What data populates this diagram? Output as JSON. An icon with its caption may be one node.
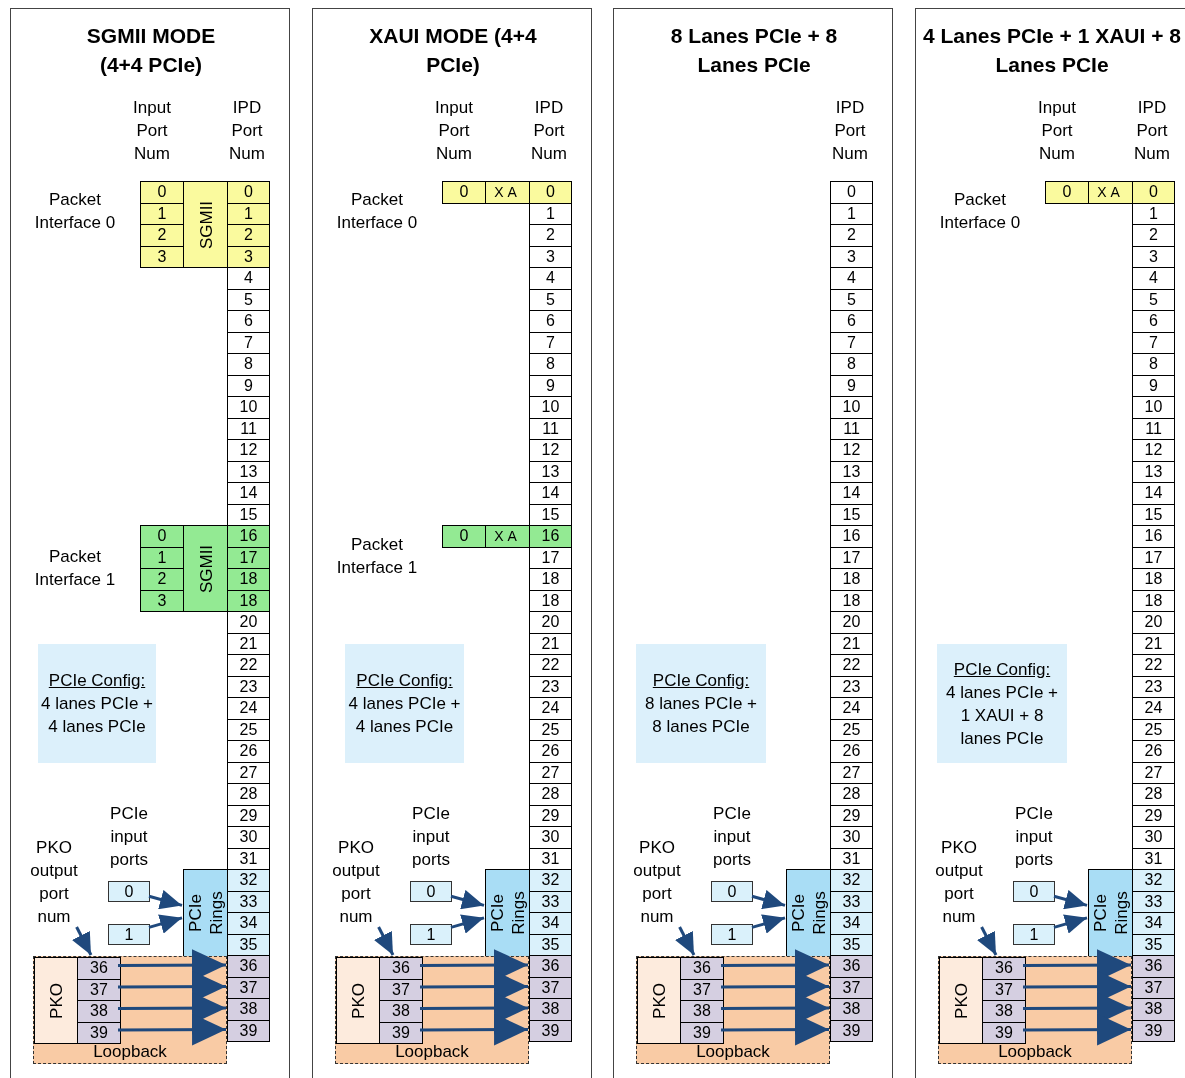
{
  "diagram": {
    "nodes": [
      {
        "text": [
          "SGMII MODE (4+4 PCIe)"
        ]
      },
      {
        "text": [
          "0"
        ],
        "in": 0
      },
      {
        "text": [
          "1"
        ],
        "in": 0
      },
      {
        "text": [
          "2"
        ],
        "in": 0
      },
      {
        "text": [
          "3"
        ],
        "in": 0
      },
      {
        "text": [
          "SGMII"
        ],
        "in": 0
      },
      {
        "text": [
          "0"
        ],
        "in": 0
      },
      {
        "text": [
          "1"
        ],
        "in": 0
      },
      {
        "text": [
          "2"
        ],
        "in": 0
      },
      {
        "text": [
          "3"
        ],
        "in": 0
      },
      {
        "text": [
          "SGMII"
        ],
        "in": 0
      },
      {
        "text": [
          "0"
        ],
        "in": 0
      },
      {
        "text": [
          "1"
        ],
        "in": 0
      },
      {
        "text": [
          "2"
        ],
        "in": 0
      },
      {
        "text": [
          "3"
        ],
        "in": 0
      },
      {
        "text": [
          "4"
        ],
        "in": 0
      },
      {
        "text": [
          "5"
        ],
        "in": 0
      },
      {
        "text": [
          "6"
        ],
        "in": 0
      },
      {
        "text": [
          "7"
        ],
        "in": 0
      },
      {
        "text": [
          "8"
        ],
        "in": 0
      },
      {
        "text": [
          "9"
        ],
        "in": 0
      },
      {
        "text": [
          "10"
        ],
        "in": 0
      },
      {
        "text": [
          "11"
        ],
        "in": 0
      },
      {
        "text": [
          "12"
        ],
        "in": 0
      },
      {
        "text": [
          "13"
        ],
        "in": 0
      },
      {
        "text": [
          "14"
        ],
        "in": 0
      },
      {
        "text": [
          "15"
        ],
        "in": 0
      },
      {
        "text": [
          "16"
        ],
        "in": 0
      },
      {
        "text": [
          "17"
        ],
        "in": 0
      },
      {
        "text": [
          "18"
        ],
        "in": 0
      },
      {
        "text": [
          "18"
        ],
        "in": 0
      },
      {
        "text": [
          "20"
        ],
        "in": 0
      },
      {
        "text": [
          "21"
        ],
        "in": 0
      },
      {
        "text": [
          "22"
        ],
        "in": 0
      },
      {
        "text": [
          "23"
        ],
        "in": 0
      },
      {
        "text": [
          "24"
        ],
        "in": 0
      },
      {
        "text": [
          "25"
        ],
        "in": 0
      },
      {
        "text": [
          "26"
        ],
        "in": 0
      },
      {
        "text": [
          "27"
        ],
        "in": 0
      },
      {
        "text": [
          "28"
        ],
        "in": 0
      },
      {
        "text": [
          "29"
        ],
        "in": 0
      },
      {
        "text": [
          "30"
        ],
        "in": 0
      },
      {
        "text": [
          "31"
        ],
        "in": 0
      },
      {
        "text": [
          "32"
        ],
        "in": 0
      },
      {
        "text": [
          "33"
        ],
        "in": 0
      },
      {
        "text": [
          "34"
        ],
        "in": 0
      },
      {
        "text": [
          "35"
        ],
        "in": 0
      },
      {
        "text": [
          "36"
        ],
        "in": 0
      },
      {
        "text": [
          "37"
        ],
        "in": 0
      },
      {
        "text": [
          "38"
        ],
        "in": 0
      },
      {
        "text": [
          "39"
        ],
        "in": 0
      },
      {
        "text": [
          "PCIe Config:",
          "4 lanes PCIe + 4 lanes PCIe"
        ],
        "in": 0
      },
      {
        "text": [
          "PKO output port num"
        ],
        "in": 0
      },
      {
        "text": [
          "0"
        ],
        "in": 0
      },
      {
        "text": [
          "1"
        ],
        "in": 0
      },
      {
        "text": [
          "PCIe Rings"
        ],
        "in": 0
      },
      {
        "text": [
          "Loopback"
        ],
        "in": 0
      },
      {
        "text": [
          "PKO"
        ],
        "in": 56
      },
      {
        "text": [
          "36"
        ],
        "in": 56
      },
      {
        "text": [
          "37"
        ],
        "in": 56
      },
      {
        "text": [
          "38"
        ],
        "in": 56
      },
      {
        "text": [
          "39"
        ],
        "in": 56
      },
      {
        "text": [
          "XAUI MODE (4+4 PCIe)"
        ]
      },
      {
        "text": [
          "0"
        ],
        "in": 62
      },
      {
        "text": [
          "XA"
        ],
        "in": 62
      },
      {
        "text": [
          "0"
        ],
        "in": 62
      },
      {
        "text": [
          "XA"
        ],
        "in": 62
      },
      {
        "text": [
          "0"
        ],
        "in": 62
      },
      {
        "text": [
          "1"
        ],
        "in": 62
      },
      {
        "text": [
          "2"
        ],
        "in": 62
      },
      {
        "text": [
          "3"
        ],
        "in": 62
      },
      {
        "text": [
          "4"
        ],
        "in": 62
      },
      {
        "text": [
          "5"
        ],
        "in": 62
      },
      {
        "text": [
          "6"
        ],
        "in": 62
      },
      {
        "text": [
          "7"
        ],
        "in": 62
      },
      {
        "text": [
          "8"
        ],
        "in": 62
      },
      {
        "text": [
          "9"
        ],
        "in": 62
      },
      {
        "text": [
          "10"
        ],
        "in": 62
      },
      {
        "text": [
          "11"
        ],
        "in": 62
      },
      {
        "text": [
          "12"
        ],
        "in": 62
      },
      {
        "text": [
          "13"
        ],
        "in": 62
      },
      {
        "text": [
          "14"
        ],
        "in": 62
      },
      {
        "text": [
          "15"
        ],
        "in": 62
      },
      {
        "text": [
          "16"
        ],
        "in": 62
      },
      {
        "text": [
          "17"
        ],
        "in": 62
      },
      {
        "text": [
          "18"
        ],
        "in": 62
      },
      {
        "text": [
          "18"
        ],
        "in": 62
      },
      {
        "text": [
          "20"
        ],
        "in": 62
      },
      {
        "text": [
          "21"
        ],
        "in": 62
      },
      {
        "text": [
          "22"
        ],
        "in": 62
      },
      {
        "text": [
          "23"
        ],
        "in": 62
      },
      {
        "text": [
          "24"
        ],
        "in": 62
      },
      {
        "text": [
          "25"
        ],
        "in": 62
      },
      {
        "text": [
          "26"
        ],
        "in": 62
      },
      {
        "text": [
          "27"
        ],
        "in": 62
      },
      {
        "text": [
          "28"
        ],
        "in": 62
      },
      {
        "text": [
          "29"
        ],
        "in": 62
      },
      {
        "text": [
          "30"
        ],
        "in": 62
      },
      {
        "text": [
          "31"
        ],
        "in": 62
      },
      {
        "text": [
          "32"
        ],
        "in": 62
      },
      {
        "text": [
          "33"
        ],
        "in": 62
      },
      {
        "text": [
          "34"
        ],
        "in": 62
      },
      {
        "text": [
          "35"
        ],
        "in": 62
      },
      {
        "text": [
          "36"
        ],
        "in": 62
      },
      {
        "text": [
          "37"
        ],
        "in": 62
      },
      {
        "text": [
          "38"
        ],
        "in": 62
      },
      {
        "text": [
          "39"
        ],
        "in": 62
      },
      {
        "text": [
          "PCIe Config:",
          "4 lanes PCIe + 4 lanes PCIe"
        ],
        "in": 62
      },
      {
        "text": [
          "PKO output port num"
        ],
        "in": 62
      },
      {
        "text": [
          "0"
        ],
        "in": 62
      },
      {
        "text": [
          "1"
        ],
        "in": 62
      },
      {
        "text": [
          "PCIe Rings"
        ],
        "in": 62
      },
      {
        "text": [
          "Loopback"
        ],
        "in": 62
      },
      {
        "text": [
          "PKO"
        ],
        "in": 112
      },
      {
        "text": [
          "36"
        ],
        "in": 112
      },
      {
        "text": [
          "37"
        ],
        "in": 112
      },
      {
        "text": [
          "38"
        ],
        "in": 112
      },
      {
        "text": [
          "39"
        ],
        "in": 112
      },
      {
        "text": [
          "8 Lanes PCIe + 8 Lanes PCIe"
        ]
      },
      {
        "text": [
          "0"
        ],
        "in": 118
      },
      {
        "text": [
          "1"
        ],
        "in": 118
      },
      {
        "text": [
          "2"
        ],
        "in": 118
      },
      {
        "text": [
          "3"
        ],
        "in": 118
      },
      {
        "text": [
          "4"
        ],
        "in": 118
      },
      {
        "text": [
          "5"
        ],
        "in": 118
      },
      {
        "text": [
          "6"
        ],
        "in": 118
      },
      {
        "text": [
          "7"
        ],
        "in": 118
      },
      {
        "text": [
          "8"
        ],
        "in": 118
      },
      {
        "text": [
          "9"
        ],
        "in": 118
      },
      {
        "text": [
          "10"
        ],
        "in": 118
      },
      {
        "text": [
          "11"
        ],
        "in": 118
      },
      {
        "text": [
          "12"
        ],
        "in": 118
      },
      {
        "text": [
          "13"
        ],
        "in": 118
      },
      {
        "text": [
          "14"
        ],
        "in": 118
      },
      {
        "text": [
          "15"
        ],
        "in": 118
      },
      {
        "text": [
          "16"
        ],
        "in": 118
      },
      {
        "text": [
          "17"
        ],
        "in": 118
      },
      {
        "text": [
          "18"
        ],
        "in": 118
      },
      {
        "text": [
          "18"
        ],
        "in": 118
      },
      {
        "text": [
          "20"
        ],
        "in": 118
      },
      {
        "text": [
          "21"
        ],
        "in": 118
      },
      {
        "text": [
          "22"
        ],
        "in": 118
      },
      {
        "text": [
          "23"
        ],
        "in": 118
      },
      {
        "text": [
          "24"
        ],
        "in": 118
      },
      {
        "text": [
          "25"
        ],
        "in": 118
      },
      {
        "text": [
          "26"
        ],
        "in": 118
      },
      {
        "text": [
          "27"
        ],
        "in": 118
      },
      {
        "text": [
          "28"
        ],
        "in": 118
      },
      {
        "text": [
          "29"
        ],
        "in": 118
      },
      {
        "text": [
          "30"
        ],
        "in": 118
      },
      {
        "text": [
          "31"
        ],
        "in": 118
      },
      {
        "text": [
          "32"
        ],
        "in": 118
      },
      {
        "text": [
          "33"
        ],
        "in": 118
      },
      {
        "text": [
          "34"
        ],
        "in": 118
      },
      {
        "text": [
          "35"
        ],
        "in": 118
      },
      {
        "text": [
          "36"
        ],
        "in": 118
      },
      {
        "text": [
          "37"
        ],
        "in": 118
      },
      {
        "text": [
          "38"
        ],
        "in": 118
      },
      {
        "text": [
          "39"
        ],
        "in": 118
      },
      {
        "text": [
          "PCIe Config:",
          "8 lanes PCIe + 8 lanes PCIe"
        ],
        "in": 118
      },
      {
        "text": [
          "PKO output port num"
        ],
        "in": 118
      },
      {
        "text": [
          "0"
        ],
        "in": 118
      },
      {
        "text": [
          "1"
        ],
        "in": 118
      },
      {
        "text": [
          "PCIe Rings"
        ],
        "in": 118
      },
      {
        "text": [
          "Loopback"
        ],
        "in": 118
      },
      {
        "text": [
          "PKO"
        ],
        "in": 164
      },
      {
        "text": [
          "36"
        ],
        "in": 164
      },
      {
        "text": [
          "37"
        ],
        "in": 164
      },
      {
        "text": [
          "38"
        ],
        "in": 164
      },
      {
        "text": [
          "39"
        ],
        "in": 164
      },
      {
        "text": [
          "4 Lanes PCIe + 1 XAUI + 8 Lanes PCIe"
        ]
      },
      {
        "text": [
          "0"
        ],
        "in": 170
      },
      {
        "text": [
          "XA"
        ],
        "in": 170
      },
      {
        "text": [
          "0"
        ],
        "in": 170
      },
      {
        "text": [
          "1"
        ],
        "in": 170
      },
      {
        "text": [
          "2"
        ],
        "in": 170
      },
      {
        "text": [
          "3"
        ],
        "in": 170
      },
      {
        "text": [
          "4"
        ],
        "in": 170
      },
      {
        "text": [
          "5"
        ],
        "in": 170
      },
      {
        "text": [
          "6"
        ],
        "in": 170
      },
      {
        "text": [
          "7"
        ],
        "in": 170
      },
      {
        "text": [
          "8"
        ],
        "in": 170
      },
      {
        "text": [
          "9"
        ],
        "in": 170
      },
      {
        "text": [
          "10"
        ],
        "in": 170
      },
      {
        "text": [
          "11"
        ],
        "in": 170
      },
      {
        "text": [
          "12"
        ],
        "in": 170
      },
      {
        "text": [
          "13"
        ],
        "in": 170
      },
      {
        "text": [
          "14"
        ],
        "in": 170
      },
      {
        "text": [
          "15"
        ],
        "in": 170
      },
      {
        "text": [
          "16"
        ],
        "in": 170
      },
      {
        "text": [
          "17"
        ],
        "in": 170
      },
      {
        "text": [
          "18"
        ],
        "in": 170
      },
      {
        "text": [
          "18"
        ],
        "in": 170
      },
      {
        "text": [
          "20"
        ],
        "in": 170
      },
      {
        "text": [
          "21"
        ],
        "in": 170
      },
      {
        "text": [
          "22"
        ],
        "in": 170
      },
      {
        "text": [
          "23"
        ],
        "in": 170
      },
      {
        "text": [
          "24"
        ],
        "in": 170
      },
      {
        "text": [
          "25"
        ],
        "in": 170
      },
      {
        "text": [
          "26"
        ],
        "in": 170
      },
      {
        "text": [
          "27"
        ],
        "in": 170
      },
      {
        "text": [
          "28"
        ],
        "in": 170
      },
      {
        "text": [
          "29"
        ],
        "in": 170
      },
      {
        "text": [
          "30"
        ],
        "in": 170
      },
      {
        "text": [
          "31"
        ],
        "in": 170
      },
      {
        "text": [
          "32"
        ],
        "in": 170
      },
      {
        "text": [
          "33"
        ],
        "in": 170
      },
      {
        "text": [
          "34"
        ],
        "in": 170
      },
      {
        "text": [
          "35"
        ],
        "in": 170
      },
      {
        "text": [
          "36"
        ],
        "in": 170
      },
      {
        "text": [
          "37"
        ],
        "in": 170
      },
      {
        "text": [
          "38"
        ],
        "in": 170
      },
      {
        "text": [
          "39"
        ],
        "in": 170
      },
      {
        "text": [
          "PCIe Config:",
          "4 lanes PCIe + 1 XAUI + 8 lanes PCIe"
        ],
        "in": 170
      },
      {
        "text": [
          "PKO output port num"
        ],
        "in": 170
      },
      {
        "text": [
          "0"
        ],
        "in": 170
      },
      {
        "text": [
          "1"
        ],
        "in": 170
      },
      {
        "text": [
          "PCIe Rings"
        ],
        "in": 170
      },
      {
        "text": [
          "Loopback"
        ],
        "in": 170
      },
      {
        "text": [
          "PKO"
        ],
        "in": 218
      },
      {
        "text": [
          "36"
        ],
        "in": 218
      },
      {
        "text": [
          "37"
        ],
        "in": 218
      },
      {
        "text": [
          "38"
        ],
        "in": 218
      },
      {
        "text": [
          "39"
        ],
        "in": 218
      }
    ],
    "edges": [
      {
        "from": 53,
        "to": 55,
        "arrow": "to"
      },
      {
        "from": 54,
        "to": 55,
        "arrow": "to"
      },
      {
        "from": 52,
        "to": 58,
        "arrow": "to"
      },
      {
        "from": 58,
        "to": 47,
        "arrow": "to"
      },
      {
        "from": 59,
        "to": 48,
        "arrow": "to"
      },
      {
        "from": 60,
        "to": 49,
        "arrow": "to"
      },
      {
        "from": 61,
        "to": 50,
        "arrow": "to"
      },
      {
        "from": 109,
        "to": 111,
        "arrow": "to"
      },
      {
        "from": 110,
        "to": 111,
        "arrow": "to"
      },
      {
        "from": 108,
        "to": 114,
        "arrow": "to"
      },
      {
        "from": 114,
        "to": 103,
        "arrow": "to"
      },
      {
        "from": 115,
        "to": 104,
        "arrow": "to"
      },
      {
        "from": 116,
        "to": 105,
        "arrow": "to"
      },
      {
        "from": 117,
        "to": 106,
        "arrow": "to"
      },
      {
        "from": 161,
        "to": 163,
        "arrow": "to"
      },
      {
        "from": 162,
        "to": 163,
        "arrow": "to"
      },
      {
        "from": 160,
        "to": 166,
        "arrow": "to"
      },
      {
        "from": 166,
        "to": 155,
        "arrow": "to"
      },
      {
        "from": 167,
        "to": 156,
        "arrow": "to"
      },
      {
        "from": 168,
        "to": 157,
        "arrow": "to"
      },
      {
        "from": 169,
        "to": 158,
        "arrow": "to"
      },
      {
        "from": 215,
        "to": 217,
        "arrow": "to"
      },
      {
        "from": 216,
        "to": 217,
        "arrow": "to"
      },
      {
        "from": 214,
        "to": 220,
        "arrow": "to"
      },
      {
        "from": 220,
        "to": 209,
        "arrow": "to"
      },
      {
        "from": 221,
        "to": 210,
        "arrow": "to"
      },
      {
        "from": 222,
        "to": 211,
        "arrow": "to"
      },
      {
        "from": 223,
        "to": 212,
        "arrow": "to"
      }
    ],
    "labels": [
      "Input Port Num",
      "IPD Port Num",
      "Packet Interface 0",
      "Packet Interface 1",
      "PCIe input ports",
      "Input Port Num",
      "IPD Port Num",
      "Packet Interface 0",
      "Packet Interface 1",
      "PCIe input ports",
      "IPD Port Num",
      "PCIe input ports",
      "Input Port Num",
      "IPD Port Num",
      "Packet Interface 0",
      "PCIe input ports"
    ]
  }
}
